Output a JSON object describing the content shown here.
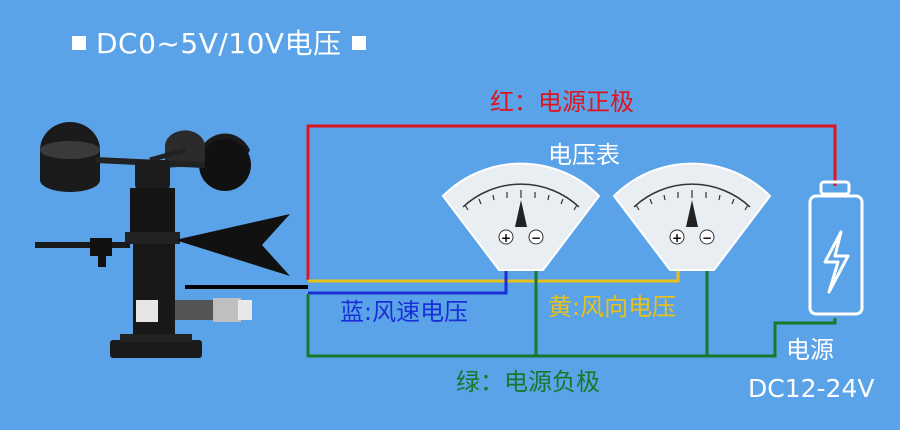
{
  "title": "DC0~5V/10V电压",
  "labels": {
    "red": "红：电源正极",
    "voltmeter": "电压表",
    "blue": "蓝:风速电压",
    "yellow": "黄:风向电压",
    "green": "绿：电源负极",
    "power_name": "电源",
    "power_spec": "DC12-24V"
  },
  "meter": {
    "plus": "+",
    "minus": "−"
  },
  "colors": {
    "background": "#5aa3e8",
    "red": "#e0141e",
    "blue": "#1b2fd6",
    "yellow": "#e8c01c",
    "green": "#157a2a",
    "black": "#000000",
    "white": "#ffffff"
  }
}
